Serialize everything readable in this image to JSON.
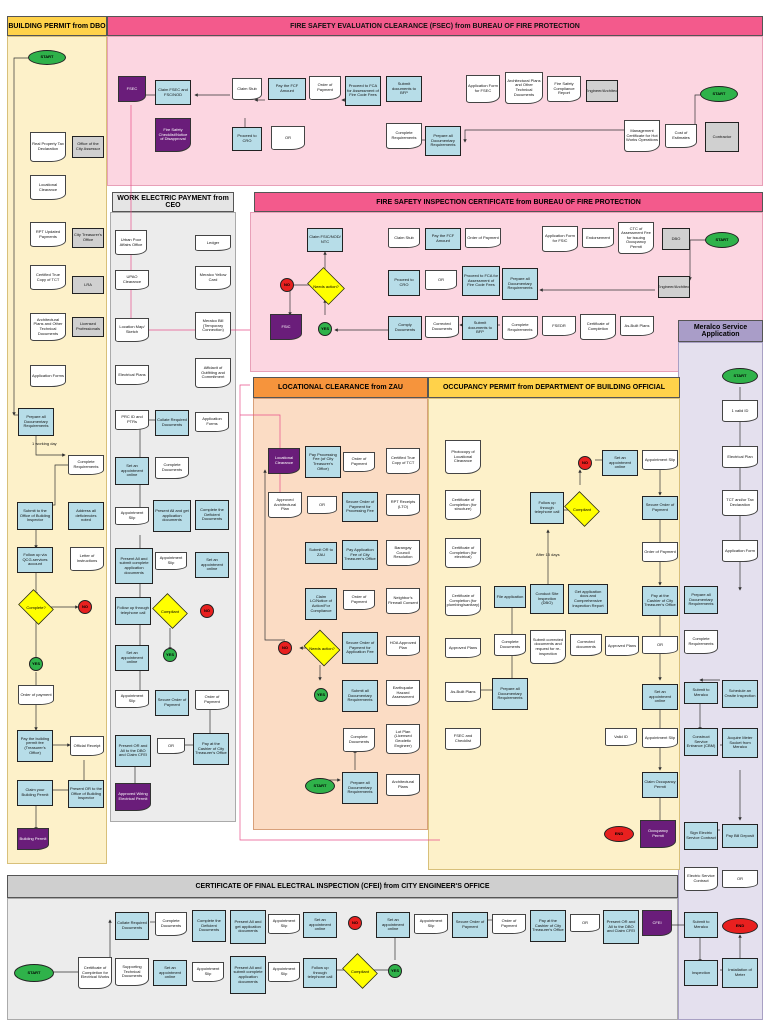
{
  "sections": {
    "building_permit": "BUILDING PERMIT from DBO",
    "fsec": "FIRE SAFETY EVALUATION CLEARANCE (FSEC) from BUREAU OF FIRE PROTECTION",
    "wep": "WORK ELECTRIC PAYMENT from CEO",
    "fsic": "FIRE SAFETY INSPECTION CERTIFICATE from BUREAU OF FIRE PROTECTION",
    "meralco": "Meralco Service Application",
    "locational": "LOCATIONAL CLEARANCE from ZAU",
    "occupancy": "OCCUPANCY PERMIT from DEPARTMENT OF BUILDING OFFICIAL",
    "cfei": "CERTIFICATE OF FINAL ELECTRAL INSPECTION (CFEI) from CITY ENGINEER'S OFFICE"
  },
  "labels": {
    "start": "START",
    "end": "END",
    "yes": "YES",
    "no": "NO"
  },
  "bp": {
    "rpt_declaration": "Real Property Tax Declaration",
    "office_assessor": "Office of the City Assessor",
    "locational_clearance": "Locational Clearance",
    "rpt_updated": "RPT Updated Payments",
    "city_treasurer": "City Treasurer's Office",
    "certified_tct": "Certified True Copy of TCT",
    "lra": "LRA",
    "arch_plans": "Architectural Plans and Other Technical Documents",
    "licensed_prof": "Licensed Professionals",
    "app_forms": "Application Forms",
    "prepare_docs": "Prepare all Documentary Requirements",
    "working_day": "1 working day",
    "complete_req": "Complete Requirements",
    "submit_office": "Submit to the Office of Building Inspector",
    "address_def": "Address all deficiencies noted",
    "follow_up": "Follow up via QCG-services account",
    "letter": "Letter of Instructions",
    "complete_q": "Complete?",
    "order_payment": "Order of payment",
    "pay_fee": "Pay the building permit fee (Treasurer's Office)",
    "official_receipt": "Official Receipt",
    "present_or": "Present OR to the Office of Building Inspector",
    "claim_permit": "Claim your Building Permit",
    "building_permit": "Building Permit"
  },
  "fsec": {
    "fsec_doc": "FSEC",
    "claim_fsec": "Claim FSEC and FSC/NOD",
    "checklist": "Fire Safety Checklist/Notice of Disapproval",
    "claim_stub": "Claim Stub",
    "pay_fcf": "Pay the FCF Amount",
    "order_payment": "Order of Payment",
    "proceed_fca": "Proceed to FCA for Assessment of Fire Code Fees",
    "submit_bfp": "Submit documents to BFP",
    "application_form": "Application Form for FSEC",
    "arch_plans": "Architectural Plans and Other Technical Documents",
    "compliance_report": "Fire Safety Compliance Report",
    "engineer": "Engineer/Architect",
    "proceed_cro": "Proceed to CRO",
    "or": "OR",
    "complete_req": "Complete Requirements",
    "prepare_docs": "Prepare all Documentary Requirements",
    "mgmt_cert": "Management Certificate for Hot Works Operations",
    "cost_estimates": "Cost of Estimates",
    "contractor": "Contractor"
  },
  "wep": {
    "urban_poor": "Urban Poor Affairs Office",
    "ledger": "Ledger",
    "meralco_card": "Meralco Yellow Card",
    "upao": "UPAO Clearance",
    "meralco_bill": "Meralco Bill (Temporary Connection)",
    "location_map": "Location Map/ Sketch",
    "electrical_plans": "Electrical Plans",
    "affidavit": "Affidavit of Outfitting and Commitment",
    "prc": "PRC ID and PTRs",
    "collate": "Collate Required Documents",
    "app_forms": "Application Forms",
    "set_appt": "Set an appointment online",
    "complete_docs": "Complete Documents",
    "appt_slip": "Appointment Slip",
    "present_all": "Present All and get application documents",
    "complete_deficient": "Complete the Deficient Documents",
    "present_submit": "Present All and submit complete application documents",
    "follow_up": "Follow up through telephone call",
    "compliant": "Compliant",
    "set_appt2": "Set an appointment online",
    "appt_slip2": "Appointment Slip",
    "secure_order": "Secure Order of Payment",
    "order_payment": "Order of Payment",
    "present_or": "Present OR and All to the DBO and Claim CFEI",
    "or": "OR",
    "pay_cashier": "Pay at the Cashier of City Treasurer's Office",
    "approved_wiring": "Approved Wiring Electrical Permit",
    "appt_slip3": "Appointment Slip"
  },
  "fsic": {
    "claim_fsic": "Claim FSIC/NOD/ NTC",
    "claim_stub": "Claim Stub",
    "pay_fcf": "Pay the FCF Amount",
    "order_payment": "Order of Payment",
    "app_form": "Application Form for FSIC",
    "endorsement": "Endorsement",
    "ctc": "CTC of Assessment Fee for issuing Occupancy Permit",
    "dbo": "DBO",
    "needs_action": "Needs action?",
    "proceed_cro": "Proceed to CRO",
    "or": "OR",
    "proceed_fca": "Proceed to FCA for Assessment of Fire Code Fees",
    "prepare_docs": "Prepare all Documentary Requirements",
    "engineer": "Engineer/Architect",
    "fsic_doc": "FSIC",
    "comply": "Comply Documents",
    "corrected": "Corrected Documents",
    "submit_bfp": "Submit documents to BFP",
    "complete_req": "Complete Requirements",
    "fsedr": "FSEDR",
    "cert_completion": "Certificate of Completion",
    "as_built": "As-Built Plans"
  },
  "loc": {
    "loc_clearance": "Locational Clearance",
    "pay_processing": "Pay Processing Fee (of City Treasurer's Office)",
    "order_payment": "Order of Payment",
    "certified_tct": "Certified True Copy of TCT",
    "approved_arch": "Approved Architectural Plan",
    "or": "OR",
    "secure_order": "Secure Order of Payment for Processing Fee",
    "rpt_receipts": "RPT Receipts (LTO)",
    "submit_zau": "Submit OR to ZAU",
    "pay_app_fee": "Pay Application Fee of City Treasurer's Office",
    "barangay": "Barangay Council Resolution",
    "claim_ola": "Claim LC/Notice of Action/For Compliance",
    "order_payment2": "Order of Payment",
    "neighbors": "Neighbor's Firewall Consent",
    "needs_action": "Needs action?",
    "secure_app_fee": "Secure Order of Payment for Application Fee",
    "hoa": "HOA Approved Plan",
    "submit_all": "Submit all Documentary Requirements",
    "earthquake": "Earthquake Hazard Assessment",
    "complete_docs": "Complete Documents",
    "lot_plan": "Lot Plan (Licensed Geodetic Engineer)",
    "prepare_docs": "Prepare all Documentary Requirements",
    "arch_plans": "Architectural Plans"
  },
  "occ": {
    "photocopy": "Photocopy of Locational Clearance",
    "cert_structure": "Certificate of Completion (for structure)",
    "cert_electrical": "Certificate of Completion (for electrical)",
    "cert_plumbing": "Certificate of Completion (for plumbing/sanitary)",
    "approved_plans": "Approved Plans",
    "as_built": "As-Built Plans",
    "fsec_checklist": "FSEC and Checklist",
    "follow_up": "Follow up through telephone call",
    "after_days": "After 15 days",
    "compliant": "Compliant",
    "set_appt": "Set an appointment online",
    "appt_slip": "Appointment Slip",
    "file_app": "File application",
    "conduct_site": "Conduct Site Inspection (DBO)",
    "get_app_docs": "Get application docs and Comprehensive Inspection Report",
    "submit_corrected": "Submit corrected documents and request for re-inspection",
    "corrected_docs": "Corrected documents",
    "complete_docs": "Complete Documents",
    "prepare_docs": "Prepare all Documentary Requirements",
    "secure_order": "Secure Order of Payment",
    "order_payment": "Order of Payment",
    "pay_cashier": "Pay at the Cashier of City Treasurer's Office",
    "approved_plans2": "Approved Plans",
    "or": "OR",
    "set_appt2": "Set an appointment online",
    "valid_id": "Valid ID",
    "appt_slip2": "Appointment Slip",
    "claim_permit": "Claim Occupancy Permit",
    "occupancy_permit": "Occupancy Permit"
  },
  "mer": {
    "valid_id": "1 valid ID",
    "electrical_plan": "Electrical Plan",
    "tct": "TCT and/or Tax Declaration",
    "app_form": "Application Form",
    "prepare_docs": "Prepare all Documentary Requirements",
    "complete_req": "Complete Requirements",
    "submit_meralco": "Submit to Meralco",
    "schedule": "Schedule an Onsite Inspection",
    "construct": "Construct Service Entrance (CBM)",
    "acquire_meter": "Acquire Meter Socket from Meralco",
    "sign_contract": "Sign Electric Service Contract",
    "pay_deposit": "Pay Bill Deposit",
    "electric_contract": "Electric Service Contract",
    "or": "OR",
    "submit_meralco2": "Submit to Meralco",
    "inspection": "Inspection",
    "installation": "Installation of Meter"
  },
  "cfei": {
    "collate": "Collate Required Documents",
    "complete_docs": "Complete Documents",
    "complete_deficient": "Complete the Deficient Documents",
    "present_all": "Present All and get application documents",
    "appt_slip": "Appointment Slip",
    "set_appt": "Set an appointment online",
    "set_appt_b": "Set an appointment online",
    "appt_slip_b": "Appointment Slip",
    "secure_order": "Secure Order of Payment",
    "order_payment": "Order of Payment",
    "pay_cashier": "Pay at the Cashier of City Treasurer's Office",
    "or": "OR",
    "present_or": "Present OR and All to the DBO and Claim CFEI",
    "cfei_doc": "CFEI",
    "cert_completion": "Certificate of Completion for Electrical Works",
    "supporting_docs": "Supporting Technical Documents",
    "set_appt2": "Set an appointment online",
    "appt_slip2": "Appointment Slip",
    "present_submit": "Present All and submit complete application documents",
    "follow_up": "Follow up through telephone call",
    "compliant": "Compliant",
    "appt_slip3": "Appointment Slip"
  }
}
